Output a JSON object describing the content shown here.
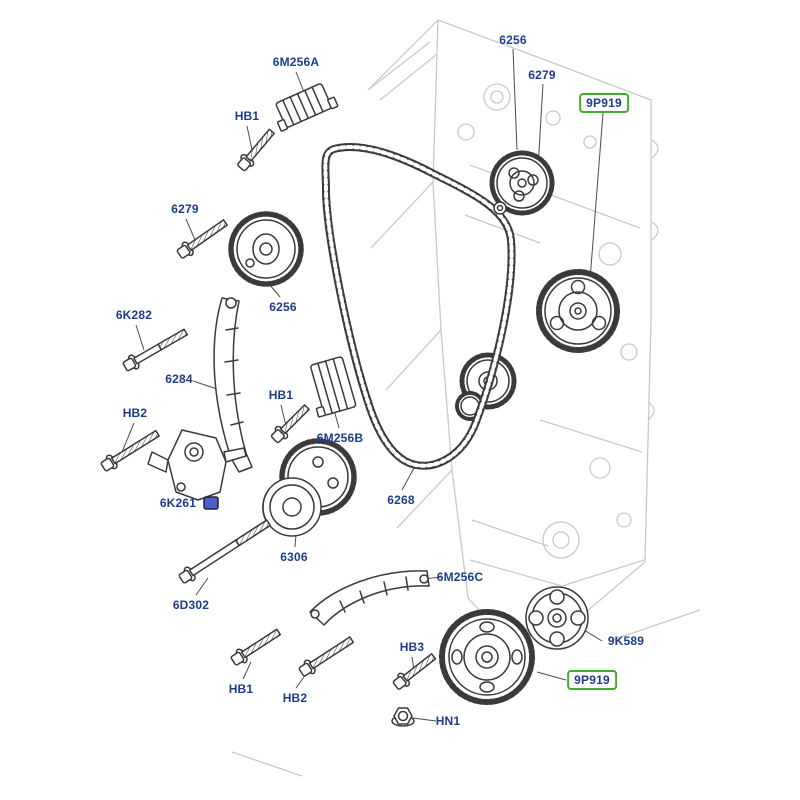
{
  "diagram": {
    "subject": "Engine timing chain, sprockets and guides — exploded parts diagram",
    "label_color": "#1e3c8c",
    "highlight_color": "#3fae2a",
    "part_line_color": "#3a3a3a",
    "block_line_color": "#c9c9c9",
    "background": "#ffffff"
  },
  "labels": [
    {
      "text": "6M256A",
      "highlighted": false
    },
    {
      "text": "6256",
      "highlighted": false
    },
    {
      "text": "6279",
      "highlighted": false
    },
    {
      "text": "9P919",
      "highlighted": true
    },
    {
      "text": "HB1",
      "highlighted": false
    },
    {
      "text": "6279",
      "highlighted": false
    },
    {
      "text": "6256",
      "highlighted": false
    },
    {
      "text": "6K282",
      "highlighted": false
    },
    {
      "text": "6284",
      "highlighted": false
    },
    {
      "text": "HB1",
      "highlighted": false
    },
    {
      "text": "HB2",
      "highlighted": false
    },
    {
      "text": "6M256B",
      "highlighted": false
    },
    {
      "text": "6K261",
      "highlighted": false
    },
    {
      "text": "6268",
      "highlighted": false
    },
    {
      "text": "6306",
      "highlighted": false
    },
    {
      "text": "6D302",
      "highlighted": false
    },
    {
      "text": "6M256C",
      "highlighted": false
    },
    {
      "text": "HB1",
      "highlighted": false
    },
    {
      "text": "HB2",
      "highlighted": false
    },
    {
      "text": "HB3",
      "highlighted": false
    },
    {
      "text": "HN1",
      "highlighted": false
    },
    {
      "text": "9K589",
      "highlighted": false
    },
    {
      "text": "9P919",
      "highlighted": true
    }
  ],
  "parts": [
    {
      "name": "engine-block",
      "label": ""
    },
    {
      "name": "timing-chain",
      "label": "6268"
    },
    {
      "name": "camshaft-sprocket-upper",
      "label": "6256"
    },
    {
      "name": "camshaft-sprocket-right",
      "label": "9P919"
    },
    {
      "name": "camshaft-sprocket-left",
      "label": "6256"
    },
    {
      "name": "chain-guide-block-upper",
      "label": "6M256A"
    },
    {
      "name": "chain-guide-block-mid",
      "label": "6M256B"
    },
    {
      "name": "chain-guide-arm",
      "label": "6284"
    },
    {
      "name": "chain-guide-lower",
      "label": "6M256C"
    },
    {
      "name": "chain-tensioner",
      "label": "6K261"
    },
    {
      "name": "tensioner-clip",
      "label": ""
    },
    {
      "name": "crankshaft-pulley",
      "label": "6306"
    },
    {
      "name": "crankshaft-sprocket-lower",
      "label": "9P919"
    },
    {
      "name": "coupling-flange",
      "label": "9K589"
    },
    {
      "name": "bolt",
      "label": "HB1"
    },
    {
      "name": "bolt",
      "label": "HB2"
    },
    {
      "name": "bolt",
      "label": "HB3"
    },
    {
      "name": "bolt",
      "label": "6279"
    },
    {
      "name": "bolt-long",
      "label": "6K282"
    },
    {
      "name": "bolt-long",
      "label": "6D302"
    },
    {
      "name": "nut",
      "label": "HN1"
    }
  ]
}
